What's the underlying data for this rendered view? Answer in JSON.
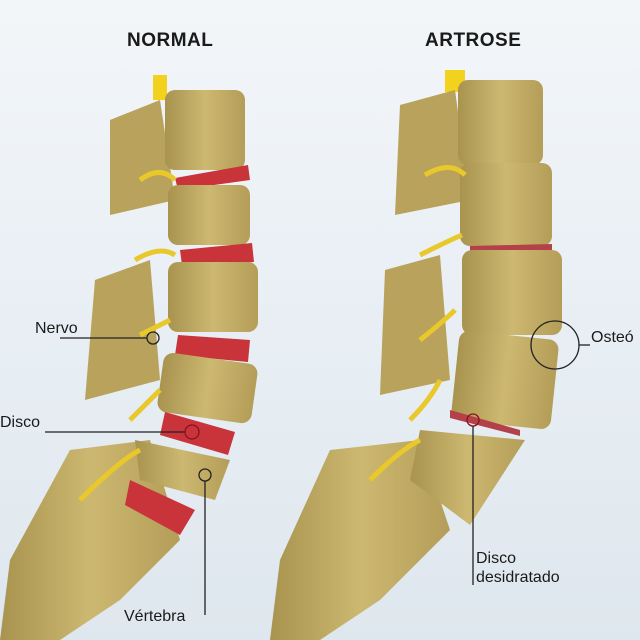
{
  "titles": {
    "normal": "NORMAL",
    "arthrosis": "ARTROSE"
  },
  "labels": {
    "nerve": "Nervo",
    "disc": "Disco",
    "vertebra": "Vértebra",
    "osteophyte": "Osteó",
    "dehydrated_disc_line1": "Disco",
    "dehydrated_disc_line2": "desidratado"
  },
  "colors": {
    "bone": "#c9b36a",
    "disc": "#c8343a",
    "nerve": "#e8c82a",
    "spinal_cord": "#f2d21c"
  }
}
